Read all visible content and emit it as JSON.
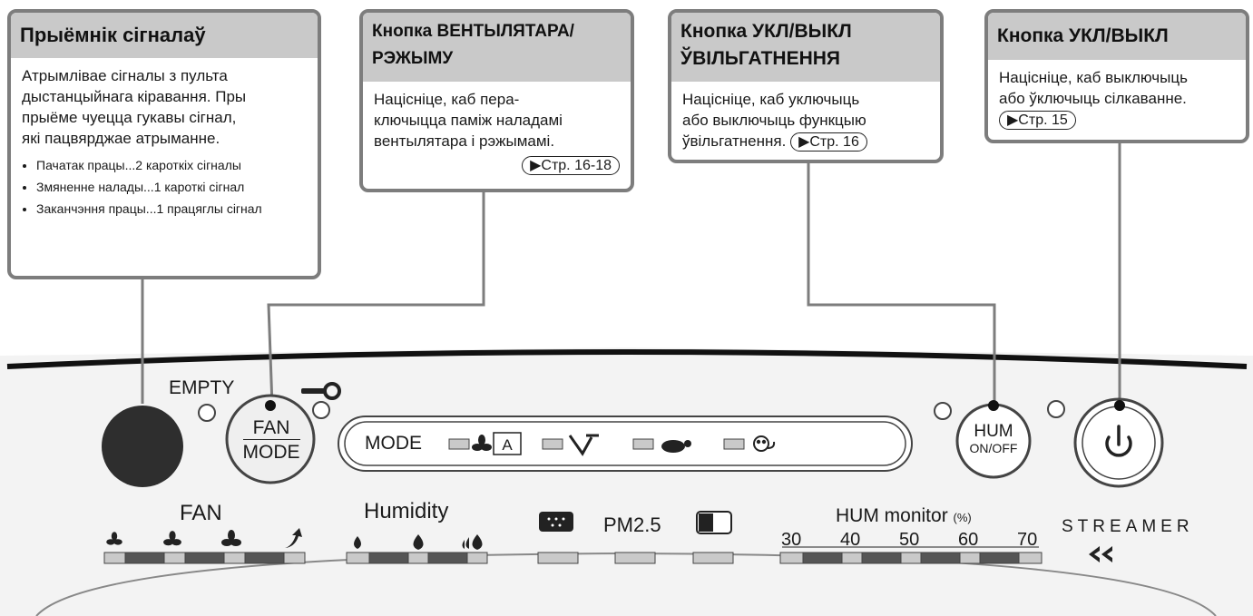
{
  "callouts": {
    "receiver": {
      "title": "Прыёмнік сігналаў",
      "text_lines": [
        "Атрымлівае сігналы з пульта",
        "дыстанцыйнага кіравання. Пры",
        "прыёме чуецца гукавы сігнал,",
        "які пацвярджае атрыманне."
      ],
      "bullets": [
        "Пачатак працы...2 кароткіх сігналы",
        "Змяненне налады...1 кароткі сігнал",
        "Заканчэння працы...1 працяглы сігнал"
      ]
    },
    "fan_mode": {
      "title_line1": "Кнопка ВЕНТЫЛЯТАРА/",
      "title_line2": "РЭЖЫМУ",
      "text_lines": [
        "Націсніце, каб пера-",
        "ключыцца паміж наладамі",
        "вентылятара і рэжымамі."
      ],
      "ref": "▶Стр. 16-18"
    },
    "hum_onoff": {
      "title_line1": "Кнопка УКЛ/ВЫКЛ",
      "title_line2": "ЎВІЛЬГАТНЕННЯ",
      "text_lines": [
        "Націсніце, каб уключыць",
        "або выключыць функцыю",
        "ўвільгатнення."
      ],
      "ref": "▶Стр. 16"
    },
    "power": {
      "title": "Кнопка УКЛ/ВЫКЛ",
      "text_lines": [
        "Націсніце, каб выключыць",
        "або ўключыць сілкаванне."
      ],
      "ref": "▶Стр. 15"
    }
  },
  "panel": {
    "empty_label": "EMPTY",
    "mode_label": "MODE",
    "fan_button": {
      "line1": "FAN",
      "line2": "MODE"
    },
    "hum_button": {
      "line1": "HUM",
      "line2": "ON/OFF"
    },
    "fan_label": "FAN",
    "humidity_label": "Humidity",
    "pm25_label": "PM2.5",
    "hum_monitor": {
      "label": "HUM monitor",
      "unit": "(%)",
      "scale": [
        "30",
        "40",
        "50",
        "60",
        "70"
      ]
    },
    "streamer_label": "STREAMER"
  },
  "colors": {
    "callout_border": "#7d7d7d",
    "callout_header": "#c9c9c9",
    "panel_bg": "#f2f2f2",
    "led_dark": "#555555",
    "led_light": "#cccccc"
  },
  "icons": [
    "key-icon",
    "fan-icon",
    "auto-icon",
    "turbo-icon",
    "quiet-icon",
    "pollen-icon",
    "dust-sensor-icon",
    "odor-sensor-icon",
    "power-icon",
    "streamer-icon",
    "water-drop-icon"
  ]
}
